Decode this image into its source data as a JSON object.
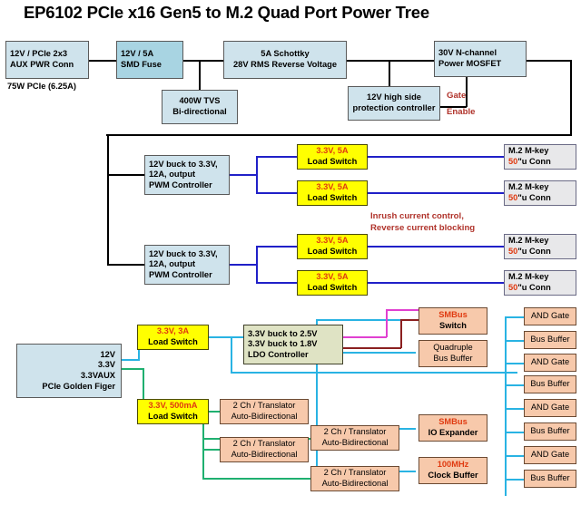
{
  "title": "EP6102 PCIe x16 Gen5 to M.2 Quad Port Power Tree",
  "captions": {
    "pcie_power": "75W PCIe (6.25A)",
    "gate": "Gate",
    "enable": "Enable",
    "inrush_1": "Inrush current control,",
    "inrush_2": "Reverse current blocking"
  },
  "input_stage": {
    "aux_conn": {
      "line1": "12V / PCIe 2x3",
      "line2": "AUX PWR Conn"
    },
    "fuse": {
      "line1": "12V / 5A",
      "line2": "SMD Fuse"
    },
    "tvs": {
      "line1": "400W TVS",
      "line2": "Bi-directional"
    },
    "schottky": {
      "line1": "5A Schottky",
      "line2": "28V RMS Reverse Voltage"
    },
    "protection": {
      "line1": "12V high side",
      "line2": "protection controller"
    },
    "mosfet": {
      "line1": "30V N-channel",
      "line2": "Power MOSFET"
    }
  },
  "buck_rails": [
    {
      "line1": "12V buck to 3.3V,",
      "line2": "12A, output",
      "line3": "PWM Controller"
    },
    {
      "line1": "12V buck to 3.3V,",
      "line2": "12A, output",
      "line3": "PWM Controller"
    }
  ],
  "load_switches_5a": [
    {
      "line1": "3.3V, 5A",
      "line2": "Load Switch"
    },
    {
      "line1": "3.3V, 5A",
      "line2": "Load Switch"
    },
    {
      "line1": "3.3V, 5A",
      "line2": "Load Switch"
    },
    {
      "line1": "3.3V, 5A",
      "line2": "Load Switch"
    }
  ],
  "m2_connectors": [
    {
      "line1": "M.2 M-key",
      "num": "50",
      "rest": "\"u Conn"
    },
    {
      "line1": "M.2 M-key",
      "num": "50",
      "rest": "\"u Conn"
    },
    {
      "line1": "M.2 M-key",
      "num": "50",
      "rest": "\"u Conn"
    },
    {
      "line1": "M.2 M-key",
      "num": "50",
      "rest": "\"u Conn"
    }
  ],
  "golden_finger": {
    "v1": "12V",
    "v2": "3.3V",
    "v3": "3.3VAUX",
    "name": "PCIe Golden Figer"
  },
  "aux_switches": {
    "sw_3a": {
      "line1": "3.3V, 3A",
      "line2": "Load Switch"
    },
    "sw_500ma": {
      "line1": "3.3V, 500mA",
      "line2": "Load Switch"
    }
  },
  "ldo": {
    "line1": "3.3V buck to 2.5V",
    "line2": "3.3V buck to 1.8V",
    "line3": "LDO Controller"
  },
  "smbus_blocks": [
    {
      "line1": "SMBus",
      "line2": "Switch",
      "accent": true
    },
    {
      "line1": "Quadruple",
      "line2": "Bus Buffer",
      "accent": false
    },
    {
      "line1": "SMBus",
      "line2": "IO Expander",
      "accent": true
    },
    {
      "line1": "100MHz",
      "line2": "Clock Buffer",
      "accent": true
    }
  ],
  "translators": [
    {
      "line1": "2 Ch / Translator",
      "line2": "Auto-Bidirectional"
    },
    {
      "line1": "2 Ch / Translator",
      "line2": "Auto-Bidirectional"
    },
    {
      "line1": "2 Ch / Translator",
      "line2": "Auto-Bidirectional"
    },
    {
      "line1": "2 Ch / Translator",
      "line2": "Auto-Bidirectional"
    }
  ],
  "logic_column": [
    {
      "label": "AND Gate"
    },
    {
      "label": "Bus Buffer"
    },
    {
      "label": "AND Gate"
    },
    {
      "label": "Bus Buffer"
    },
    {
      "label": "AND Gate"
    },
    {
      "label": "Bus Buffer"
    },
    {
      "label": "AND Gate"
    },
    {
      "label": "Bus Buffer"
    }
  ],
  "colors": {
    "wire_black": "#000000",
    "wire_blue": "#2020c8",
    "wire_cyan": "#29b3e3",
    "wire_green": "#1fb070",
    "wire_magenta": "#e040d0",
    "wire_darkred": "#8b2020",
    "box_blue": "#cfe3ec",
    "box_blue_dark": "#a8d4e2",
    "box_yellow": "#ffff00",
    "box_peach": "#f7c9ab",
    "box_olive": "#dfe3c4",
    "box_grey": "#e8e8ea",
    "text_red": "#e03a10",
    "anno_red": "#b0332b"
  }
}
